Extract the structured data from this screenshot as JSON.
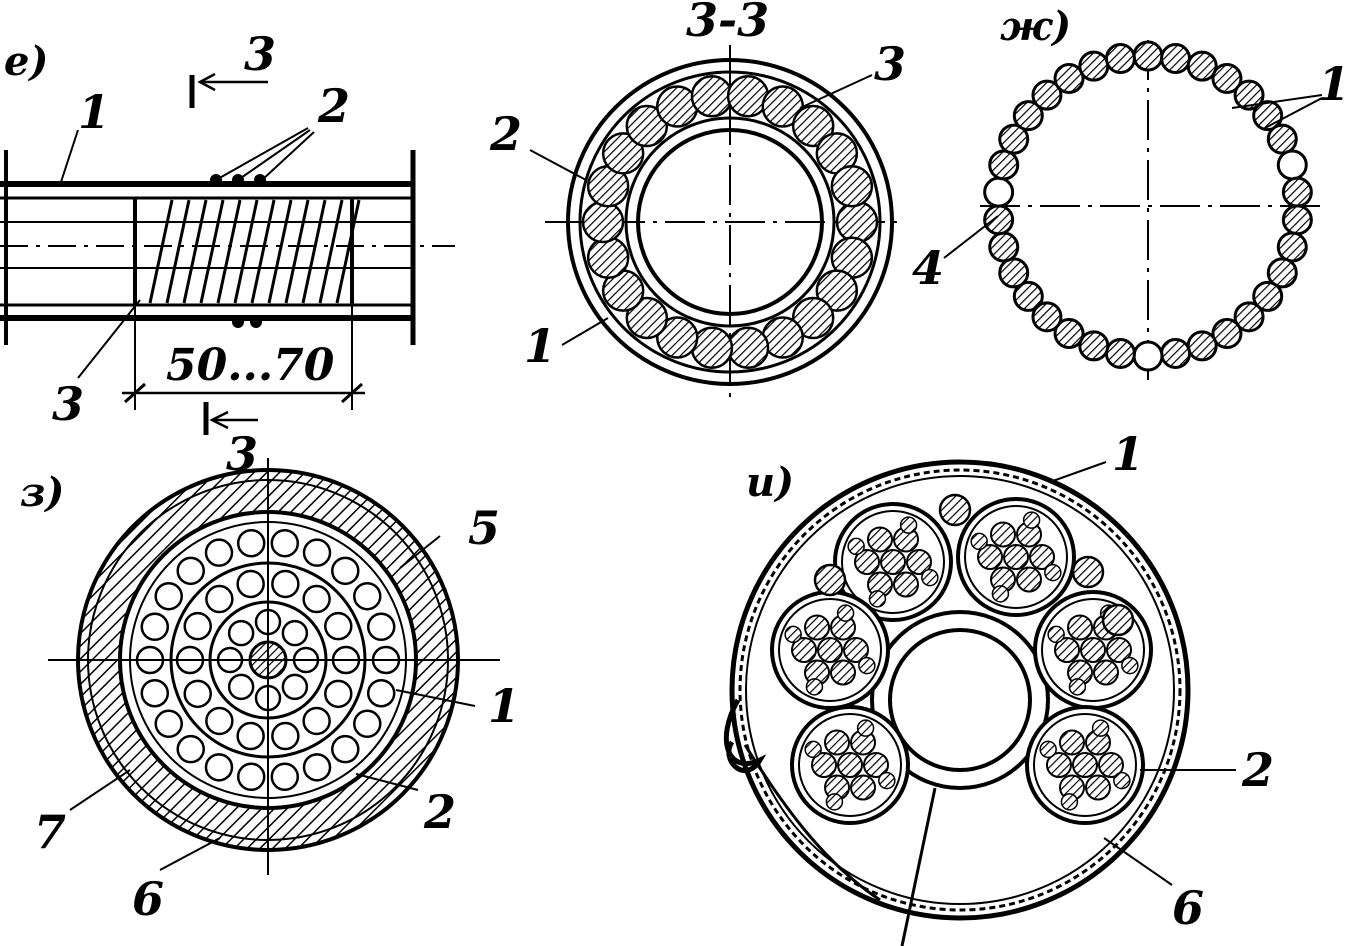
{
  "panels": {
    "e": {
      "letter": "е)",
      "section_mark": "3",
      "labels": [
        "1",
        "2",
        "3"
      ],
      "dimension": "50...70"
    },
    "section": {
      "title": "3-3",
      "labels": [
        "2",
        "3",
        "1"
      ]
    },
    "zh": {
      "letter": "ж)",
      "labels": [
        "1",
        "4"
      ]
    },
    "z": {
      "letter": "з)",
      "labels": [
        "3",
        "5",
        "1",
        "2",
        "7",
        "6"
      ]
    },
    "i": {
      "letter": "и)",
      "labels": [
        "1",
        "2",
        "6"
      ]
    }
  },
  "colors": {
    "ink": "#000000",
    "paper": "#ffffff"
  }
}
